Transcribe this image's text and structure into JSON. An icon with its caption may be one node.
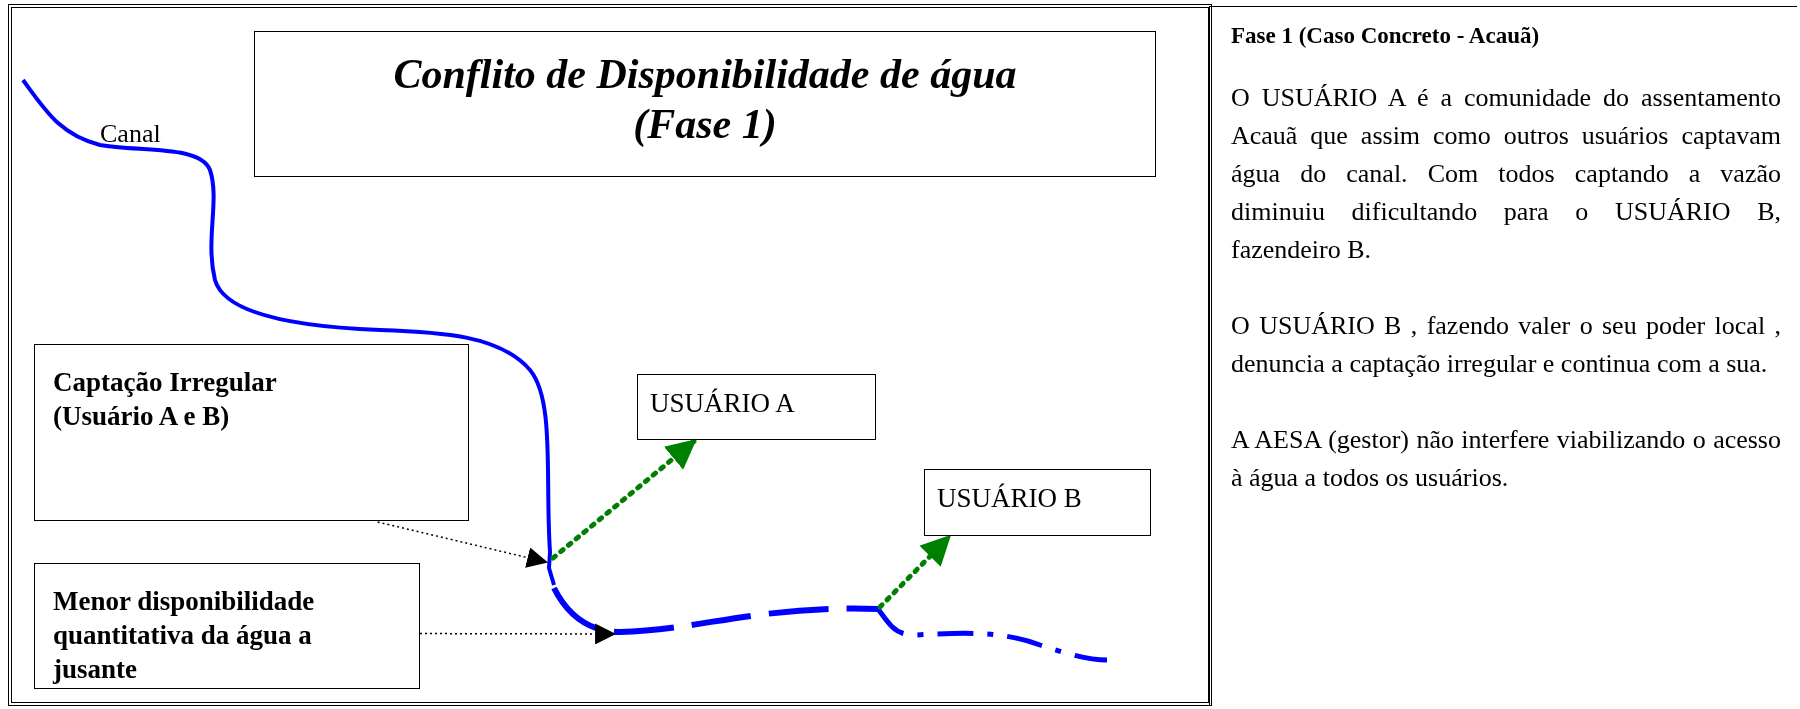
{
  "diagram": {
    "nodes": [
      {
        "text": [
          "Conflito de Disponibilidade de água (Fase 1)"
        ]
      },
      {
        "text": [
          "Captação Irregular (Usuário A e B)"
        ]
      },
      {
        "text": [
          "USUÁRIO A"
        ]
      },
      {
        "text": [
          "USUÁRIO B"
        ]
      },
      {
        "text": [
          "Menor disponibilidade quantitativa da água a jusante"
        ]
      },
      {
        "text": [
          "Fase 1 (Caso Concreto - Acauã)",
          "O USUÁRIO A é a comunidade do assentamento Acauã que assim como outros usuários captavam água do canal. Com todos captando a vazão diminuiu dificultando para o USUÁRIO B, fazendeiro B.",
          "O USUÁRIO B , fazendo valer o seu poder local , denuncia a captação irregular e continua com a sua.",
          "A AESA (gestor) não interfere viabilizando o acesso à água a todos os usuários."
        ]
      }
    ],
    "edges": [
      {
        "from": 1,
        "to": null,
        "arrow": "to",
        "style": "dashed",
        "color": "#000000"
      },
      {
        "from": 4,
        "to": null,
        "arrow": "to",
        "style": "dashed",
        "color": "#000000"
      },
      {
        "from": null,
        "to": 2,
        "arrow": "to",
        "style": "dashed",
        "color": "#008000"
      },
      {
        "from": null,
        "to": 3,
        "arrow": "to",
        "style": "dashed",
        "color": "#008000"
      }
    ],
    "labels": [
      "Canal"
    ]
  }
}
